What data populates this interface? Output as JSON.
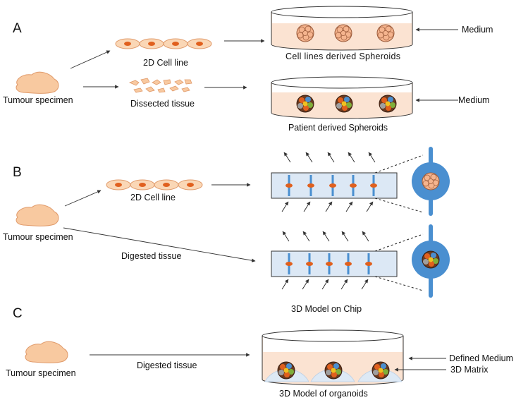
{
  "panels": {
    "a": "A",
    "b": "B",
    "c": "C"
  },
  "section_a": {
    "cell_line": "2D Cell line",
    "tumour": "Tumour specimen",
    "dissected": "Dissected tissue",
    "spheroids_cell": "Cell lines derived Spheroids",
    "spheroids_patient": "Patient derived Spheroids",
    "medium_top": "Medium",
    "medium_bottom": "Medium"
  },
  "section_b": {
    "cell_line": "2D Cell line",
    "tumour": "Tumour specimen",
    "digested": "Digested tissue",
    "chip_caption": "3D Model on Chip"
  },
  "section_c": {
    "tumour": "Tumour specimen",
    "digested": "Digested tissue",
    "defined_medium": "Defined Medium",
    "matrix": "3D Matrix",
    "organoid_caption": "3D Model of organoids"
  },
  "colors": {
    "tumour_fill": "#F8C9A0",
    "tumour_stroke": "#E09A6A",
    "cell_fill": "#FAD7B6",
    "nucleus": "#E0601E",
    "medium": "#FBE3D2",
    "chip_fill": "#DCE8F5",
    "post": "#4A8FD0",
    "matrix": "#DDE9F5"
  }
}
